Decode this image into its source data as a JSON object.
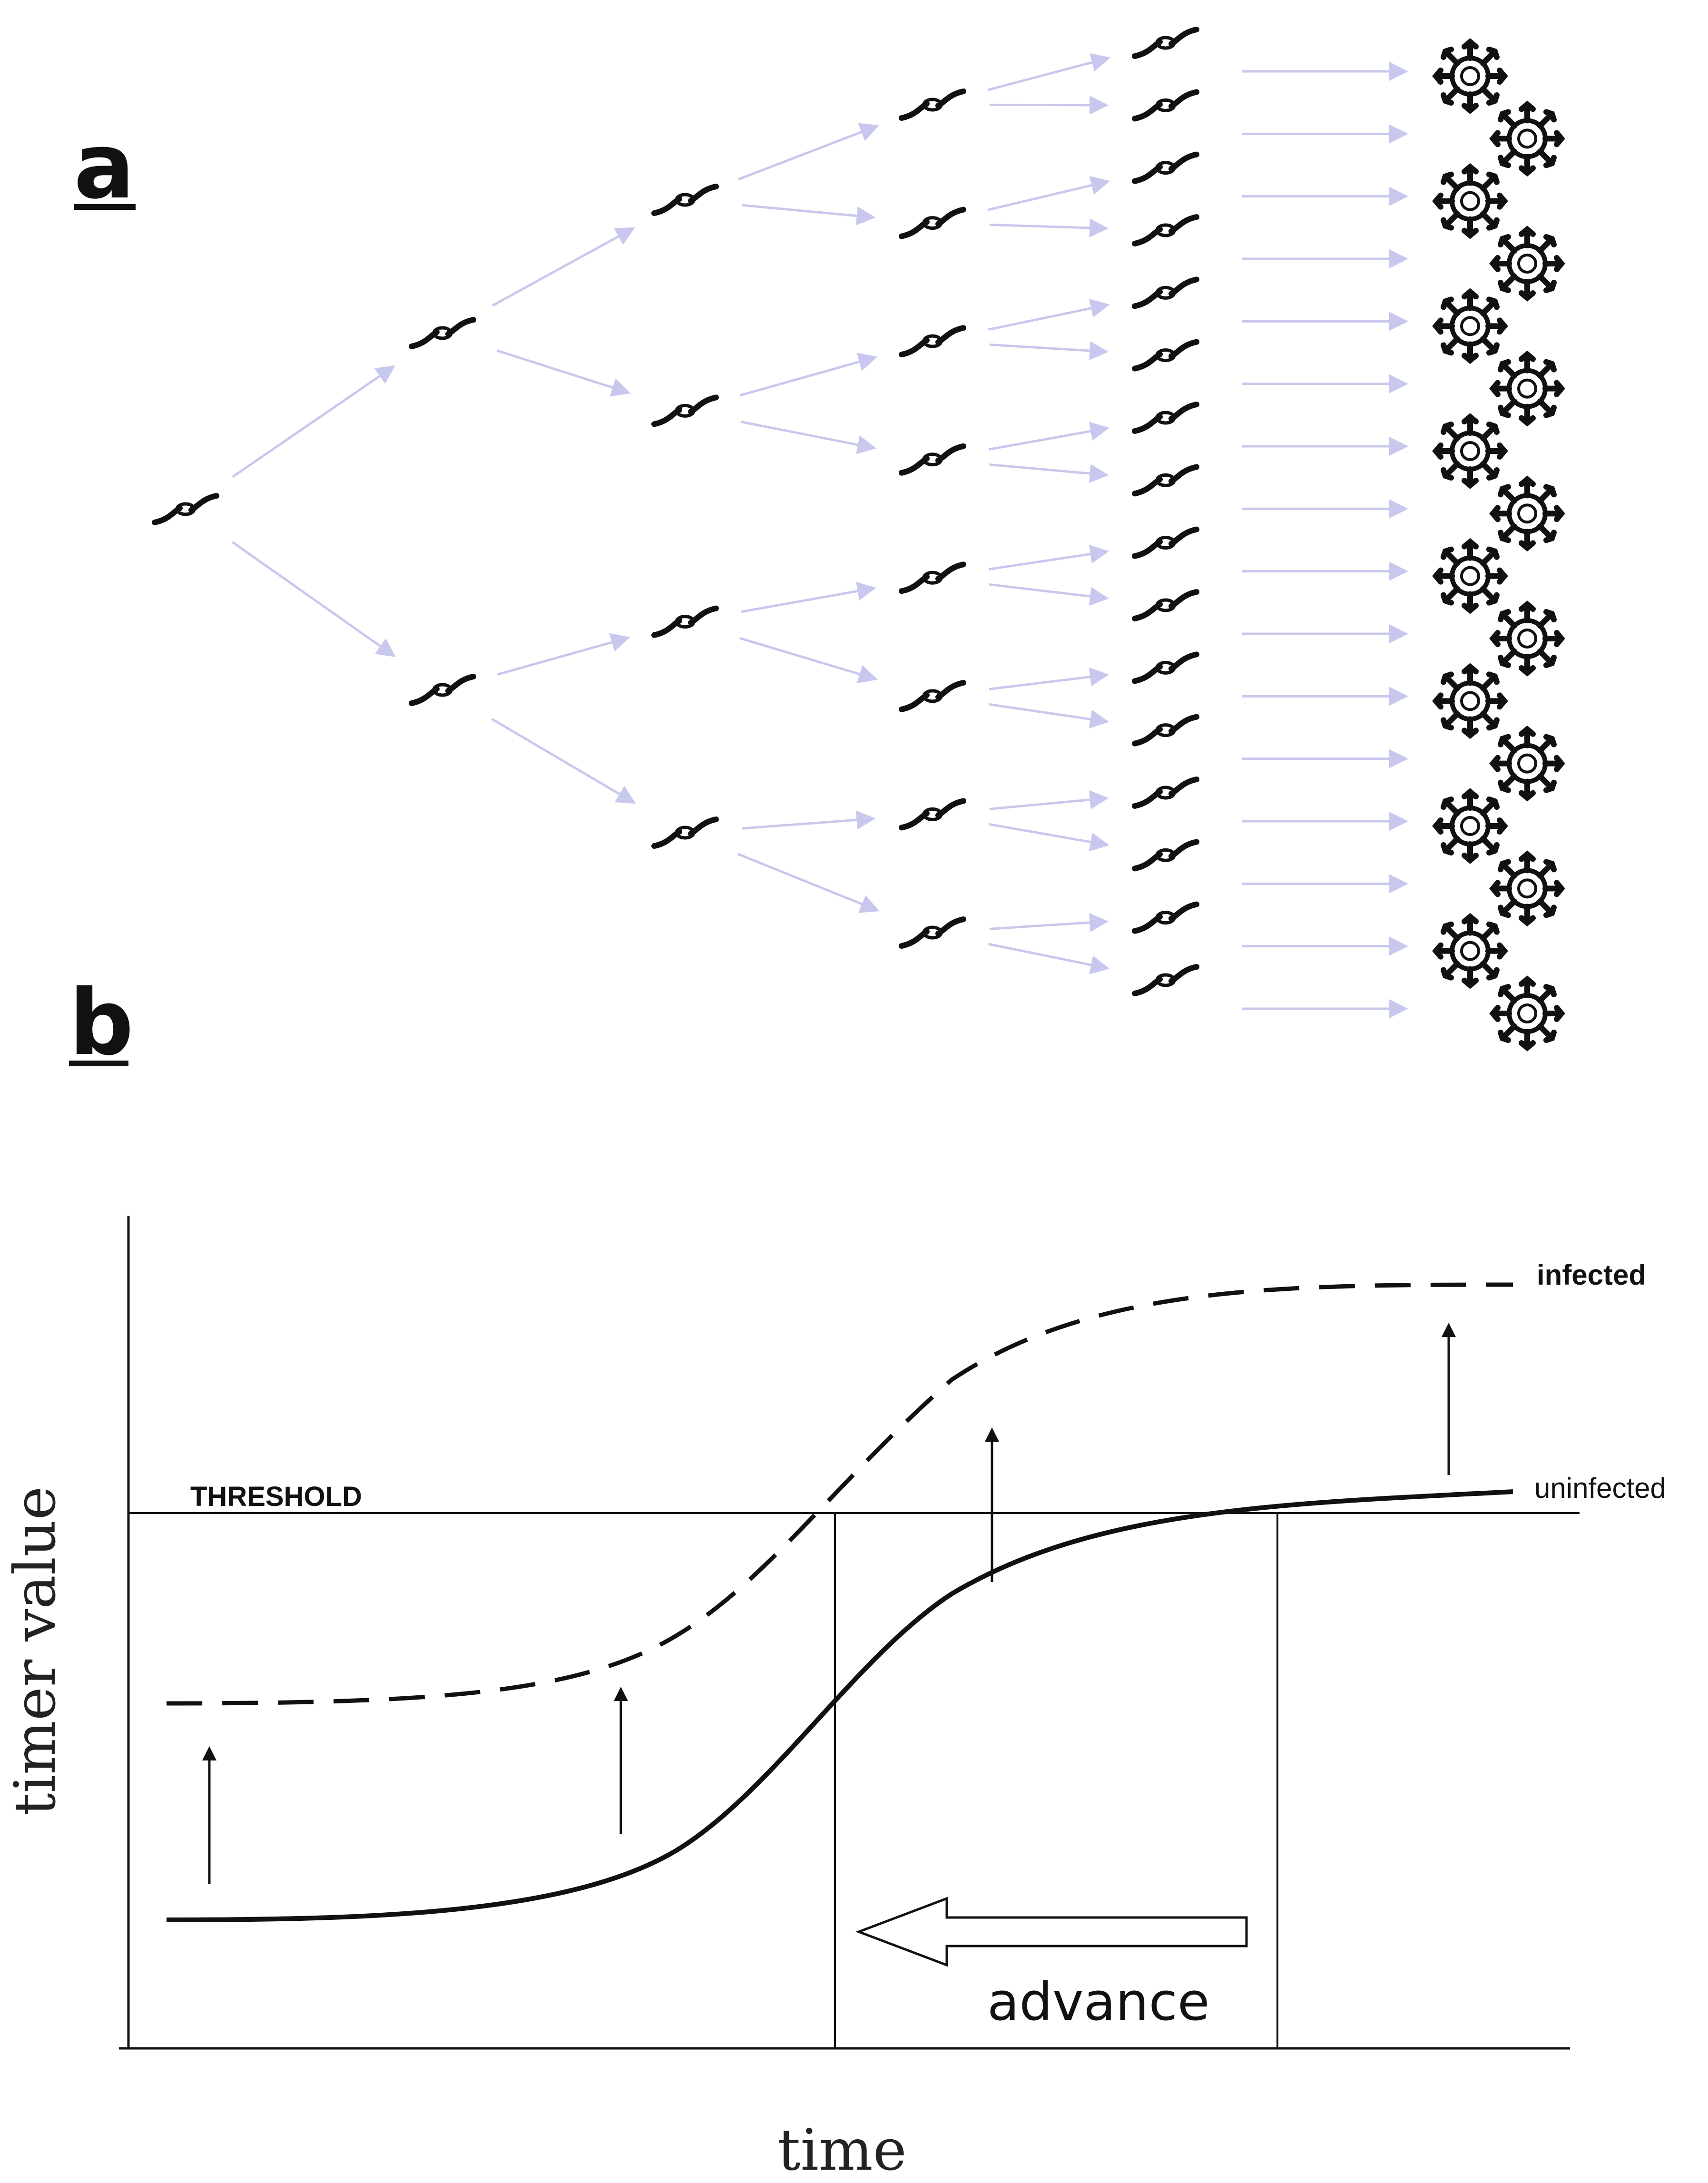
{
  "panel_a": {
    "label": "a",
    "generations": [
      1,
      2,
      4,
      8,
      16
    ],
    "arrow_color": "#c8c8ee",
    "colony_count": 16
  },
  "panel_b": {
    "label": "b",
    "threshold_label": "THRESHOLD",
    "infected_label": "infected",
    "uninfected_label": "uninfected",
    "advance_label": "advance",
    "xlabel": "time",
    "ylabel": "timer value"
  }
}
